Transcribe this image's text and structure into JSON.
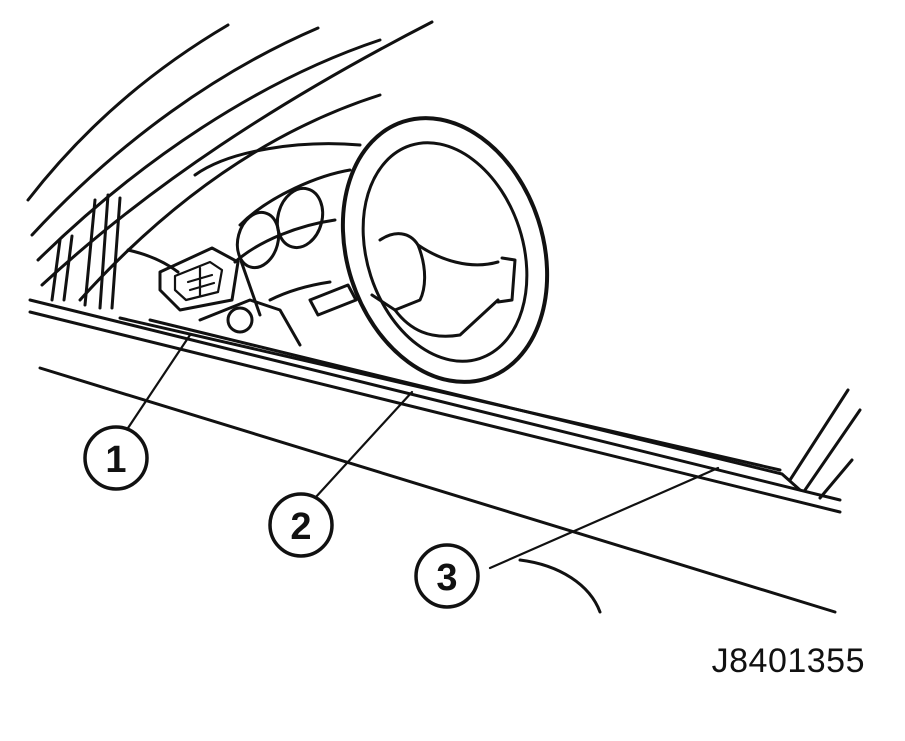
{
  "callouts": [
    {
      "label": "1"
    },
    {
      "label": "2"
    },
    {
      "label": "3"
    }
  ],
  "figure_id": "J8401355"
}
